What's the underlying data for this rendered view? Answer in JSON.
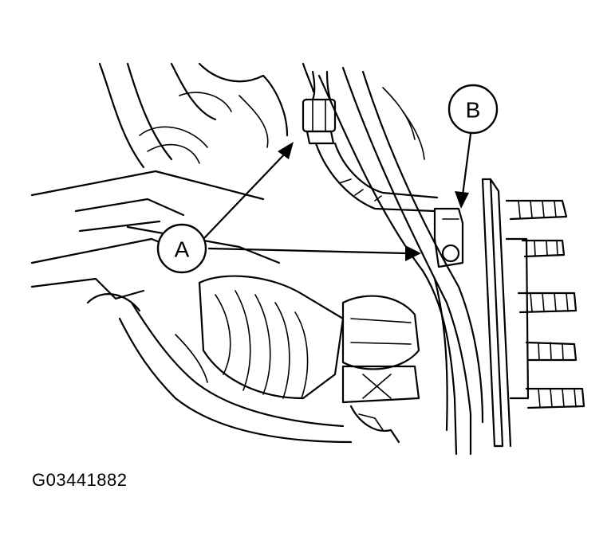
{
  "figure": {
    "id_code": "G03441882"
  },
  "callouts": {
    "a": {
      "letter": "A"
    },
    "b": {
      "letter": "B"
    }
  },
  "colors": {
    "line": "#000000",
    "background": "#ffffff"
  }
}
